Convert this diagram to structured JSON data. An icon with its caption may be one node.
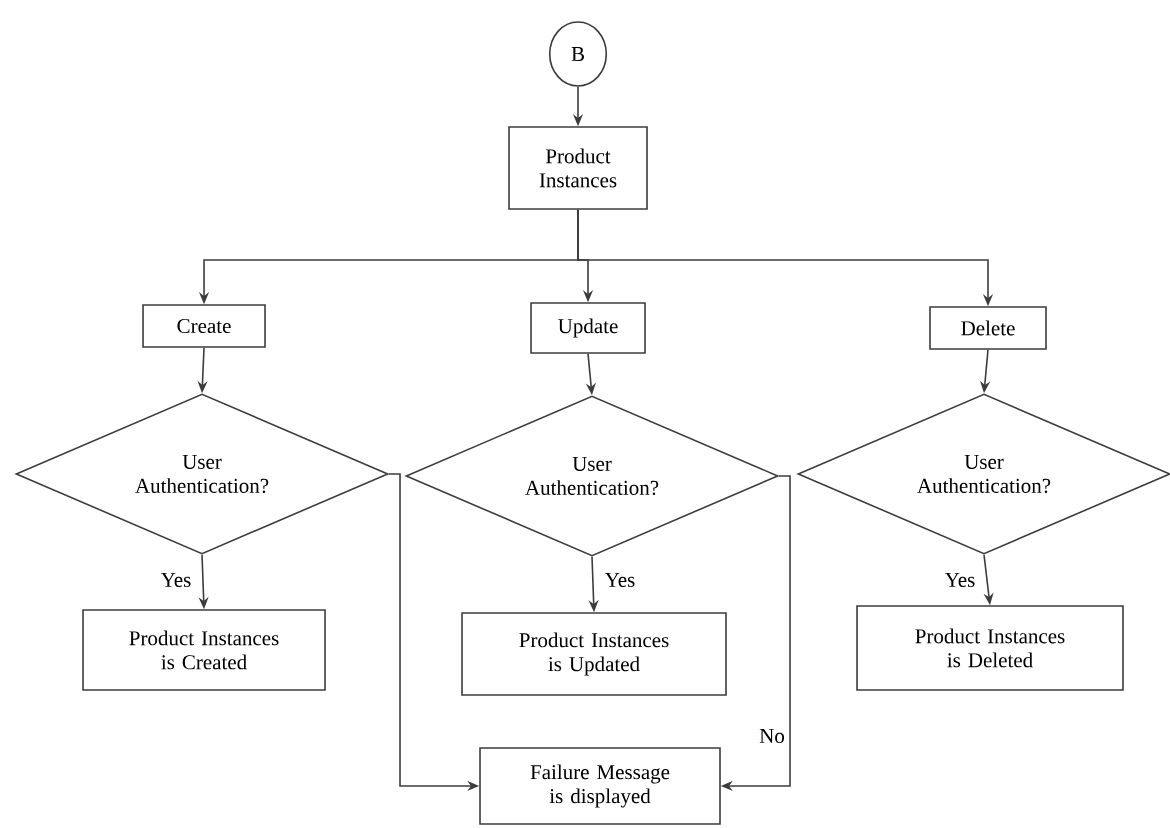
{
  "diagram": {
    "nodes": [
      {
        "text": [
          "B"
        ]
      },
      {
        "text": [
          "Product Instances"
        ]
      },
      {
        "text": [
          "Create"
        ]
      },
      {
        "text": [
          "Update"
        ]
      },
      {
        "text": [
          "Delete"
        ]
      },
      {
        "text": [
          "User Authentication?"
        ]
      },
      {
        "text": [
          "User Authentication?"
        ]
      },
      {
        "text": [
          "User Authentication?"
        ]
      },
      {
        "text": [
          "Product Instances is Created"
        ]
      },
      {
        "text": [
          "Product Instances is Updated"
        ]
      },
      {
        "text": [
          "Product Instances is Deleted"
        ]
      },
      {
        "text": [
          "Failure Message is displayed"
        ]
      }
    ],
    "edges": [
      {
        "from": 0,
        "to": 1,
        "arrow": "to"
      },
      {
        "from": 1,
        "to": 2,
        "arrow": "to"
      },
      {
        "from": 1,
        "to": 3,
        "arrow": "to"
      },
      {
        "from": 1,
        "to": 4,
        "arrow": "to"
      },
      {
        "from": 2,
        "to": 5,
        "arrow": "to"
      },
      {
        "from": 3,
        "to": 6,
        "arrow": "to"
      },
      {
        "from": 4,
        "to": 7,
        "arrow": "to"
      },
      {
        "from": 5,
        "to": 8,
        "arrow": "to",
        "label": "Yes"
      },
      {
        "from": 6,
        "to": 9,
        "arrow": "to",
        "label": "Yes"
      },
      {
        "from": 7,
        "to": 10,
        "arrow": "to",
        "label": "Yes"
      },
      {
        "from": 5,
        "to": 11,
        "arrow": "to"
      },
      {
        "from": 6,
        "to": 11,
        "arrow": "to",
        "label": "No"
      }
    ]
  }
}
